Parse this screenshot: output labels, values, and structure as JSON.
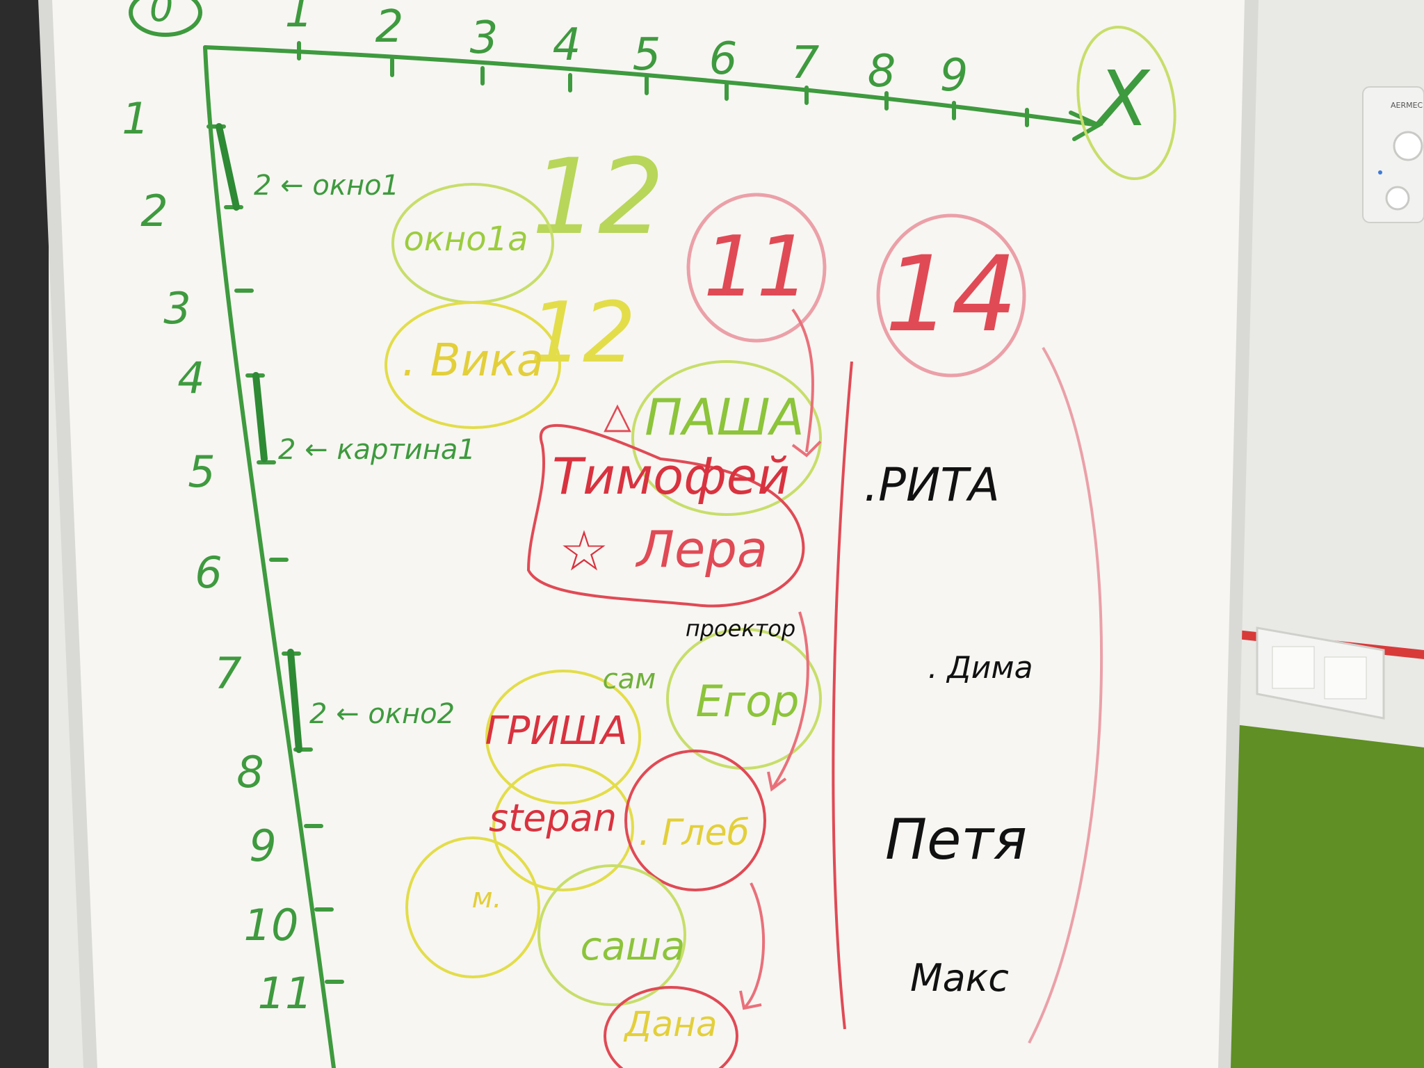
{
  "colors": {
    "green": "#3e9a3e",
    "lightgreen": "#8cc43a",
    "yellow": "#e3dd4a",
    "red": "#e04a55",
    "pink": "#eba0a8",
    "black": "#111111"
  },
  "axes": {
    "origin": "0",
    "x_label": "X",
    "x_ticks": [
      "1",
      "2",
      "3",
      "4",
      "5",
      "6",
      "7",
      "8",
      "9"
    ],
    "y_ticks": [
      "1",
      "2",
      "3",
      "4",
      "5",
      "6",
      "7",
      "8",
      "9",
      "10",
      "11"
    ]
  },
  "side_labels": {
    "window1": "2 ← окно1",
    "picture1": "2 ← картина1",
    "window2": "2 ← окно2"
  },
  "group_counts": {
    "g1": "12",
    "g2": "12",
    "g3": "11",
    "g4": "14"
  },
  "names": {
    "okno1a": "окно1а",
    "vika": ". Вика",
    "pasha": "ПАША",
    "timofey": "Тимофей",
    "lera": "Лера",
    "proektor": "проектор",
    "egor": "Егор",
    "sam": "сам",
    "grisha": "ГРИША",
    "stepan": "stepan",
    "gleb": ". Глеб",
    "m": "м.",
    "sasha": "саша",
    "dana": "Дана",
    "rita": ".РИТА",
    "dima": ". Дима",
    "petya": "Петя",
    "maks": "Макс"
  },
  "device": {
    "brand": "AERMEC"
  }
}
